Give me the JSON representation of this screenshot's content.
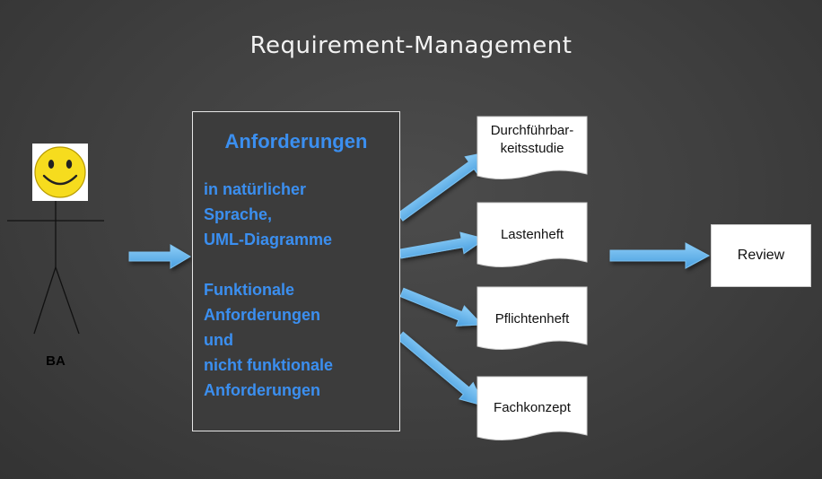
{
  "title": "Requirement-Management",
  "actor": {
    "label": "BA",
    "head_icon": "smiley-icon"
  },
  "requirements_box": {
    "heading": "Anforderungen",
    "paragraph_1": [
      "in natürlicher",
      "Sprache,",
      "UML-Diagramme"
    ],
    "paragraph_2": [
      "Funktionale",
      "Anforderungen",
      "und",
      "nicht funktionale",
      "Anforderungen"
    ]
  },
  "documents": [
    {
      "lines": [
        "Durchführbar-",
        "keitsstudie"
      ]
    },
    {
      "lines": [
        "Lastenheft"
      ]
    },
    {
      "lines": [
        "Pflichtenheft"
      ]
    },
    {
      "lines": [
        "Fachkonzept"
      ]
    }
  ],
  "review": {
    "label": "Review"
  },
  "colors": {
    "accent_text": "#3b8ff0",
    "arrow": "#5aaeea",
    "background": "#404040"
  }
}
